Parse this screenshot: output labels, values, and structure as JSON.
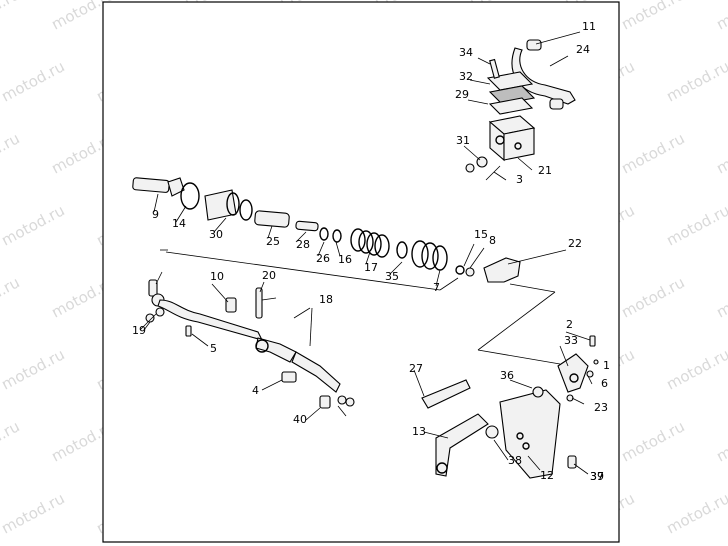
{
  "watermark": "motod.ru",
  "callouts": [
    "1",
    "2",
    "3",
    "5",
    "6",
    "7",
    "8",
    "9",
    "10",
    "11",
    "12",
    "13",
    "14",
    "15",
    "16",
    "17",
    "18",
    "19",
    "20",
    "21",
    "22",
    "23",
    "24",
    "25",
    "26",
    "27",
    "28",
    "29",
    "30",
    "31",
    "32",
    "33",
    "34",
    "35",
    "36",
    "37",
    "38",
    "39",
    "40",
    "4"
  ],
  "colors": {
    "line": "#000000",
    "watermark": "#d9d9d9",
    "fill": "#f2f2f2"
  }
}
